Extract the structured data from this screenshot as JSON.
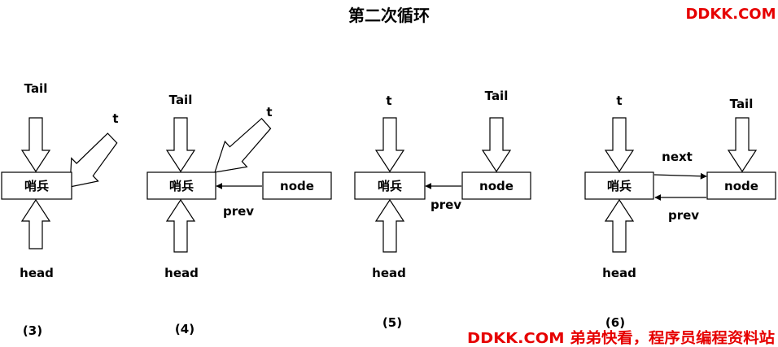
{
  "title": "第二次循环",
  "watermark_top": "DDKK.COM",
  "watermark_bottom": "DDKK.COM 弟弟快看，程序员编程资料站",
  "colors": {
    "brand": "#e60000",
    "ink": "#000000",
    "background": "#ffffff"
  },
  "panels": [
    {
      "step": "(3)",
      "sentinel": "哨兵",
      "top_label": "Tail",
      "bottom_label": "head",
      "t_label": "t"
    },
    {
      "step": "(4)",
      "sentinel": "哨兵",
      "top_label": "Tail",
      "bottom_label": "head",
      "t_label": "t",
      "node": "node",
      "prev_label": "prev"
    },
    {
      "step": "(5)",
      "sentinel": "哨兵",
      "top_label": "t",
      "bottom_label": "head",
      "node": "node",
      "node_top_label": "Tail",
      "prev_label": "prev"
    },
    {
      "step": "(6)",
      "sentinel": "哨兵",
      "top_label": "t",
      "bottom_label": "head",
      "node": "node",
      "node_top_label": "Tail",
      "next_label": "next",
      "prev_label": "prev"
    }
  ]
}
